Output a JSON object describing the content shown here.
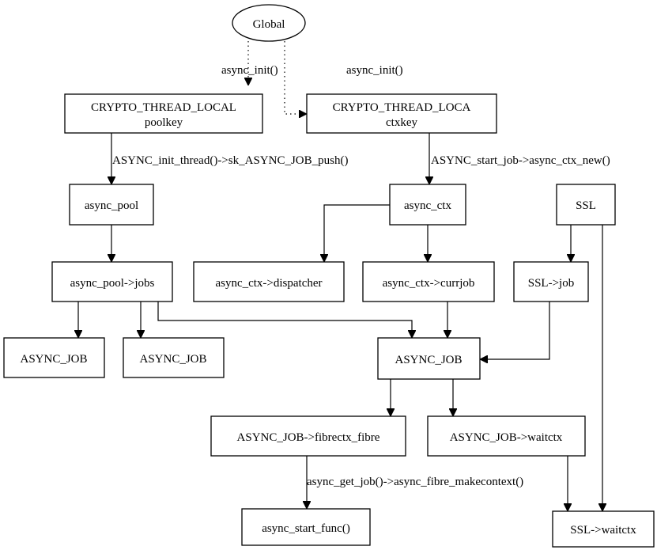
{
  "nodes": {
    "global": "Global",
    "crypto_poolkey": {
      "line1": "CRYPTO_THREAD_LOCAL",
      "line2": "poolkey"
    },
    "crypto_ctxkey": {
      "line1": "CRYPTO_THREAD_LOCA",
      "line2": "ctxkey"
    },
    "async_pool": "async_pool",
    "async_ctx": "async_ctx",
    "ssl": "SSL",
    "async_pool_jobs": "async_pool->jobs",
    "async_ctx_dispatcher": "async_ctx->dispatcher",
    "async_ctx_currjob": "async_ctx->currjob",
    "ssl_job": "SSL->job",
    "async_job_1": "ASYNC_JOB",
    "async_job_2": "ASYNC_JOB",
    "async_job_main": "ASYNC_JOB",
    "fibrectx_fibre": "ASYNC_JOB->fibrectx_fibre",
    "job_waitctx": "ASYNC_JOB->waitctx",
    "async_start_func": "async_start_func()",
    "ssl_waitctx": "SSL->waitctx"
  },
  "edges": {
    "global_to_poolkey": "async_init()",
    "global_to_ctxkey": "async_init()",
    "poolkey_to_pool": "ASYNC_init_thread()->sk_ASYNC_JOB_push()",
    "ctxkey_to_ctx": "ASYNC_start_job->async_ctx_new()",
    "fibre_to_startfunc": "async_get_job()->async_fibre_makecontext()"
  }
}
